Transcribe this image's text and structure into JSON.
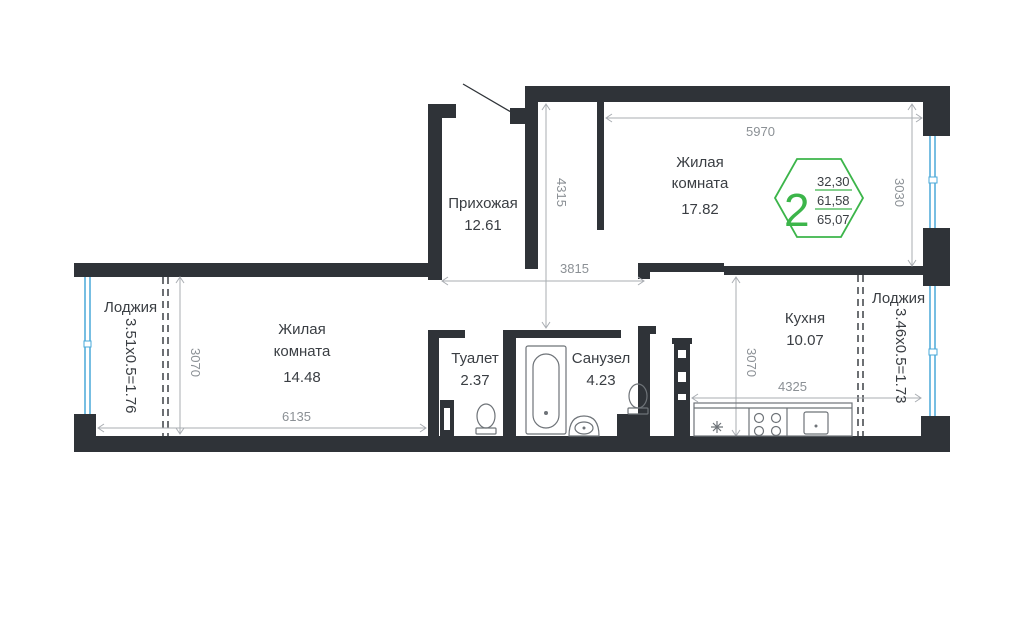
{
  "rooms": {
    "hallway": {
      "name": "Прихожая",
      "area": "12.61"
    },
    "living_top": {
      "name_line1": "Жилая",
      "name_line2": "комната",
      "area": "17.82"
    },
    "living_left": {
      "name_line1": "Жилая",
      "name_line2": "комната",
      "area": "14.48"
    },
    "toilet": {
      "name": "Туалет",
      "area": "2.37"
    },
    "bathroom": {
      "name": "Санузел",
      "area": "4.23"
    },
    "kitchen": {
      "name": "Кухня",
      "area": "10.07"
    },
    "loggia_left": {
      "name": "Лоджия",
      "formula": "3.51x0.5=1.76"
    },
    "loggia_right": {
      "name": "Лоджия",
      "formula": "3.46x0.5=1.73"
    }
  },
  "dimensions": {
    "top_width": "5970",
    "top_height": "3030",
    "hall_height": "4315",
    "mid_width": "3815",
    "left_height": "3070",
    "left_width": "6135",
    "kitchen_height": "3070",
    "kitchen_width": "4325"
  },
  "badge": {
    "rooms_count": "2",
    "living_area": "32,30",
    "total_area": "61,58",
    "total_with_loggia": "65,07",
    "accent_color": "#3cb54a"
  },
  "colors": {
    "wall": "#2f3338",
    "dimension": "#a9adb2",
    "window": "#4aa8d8"
  }
}
